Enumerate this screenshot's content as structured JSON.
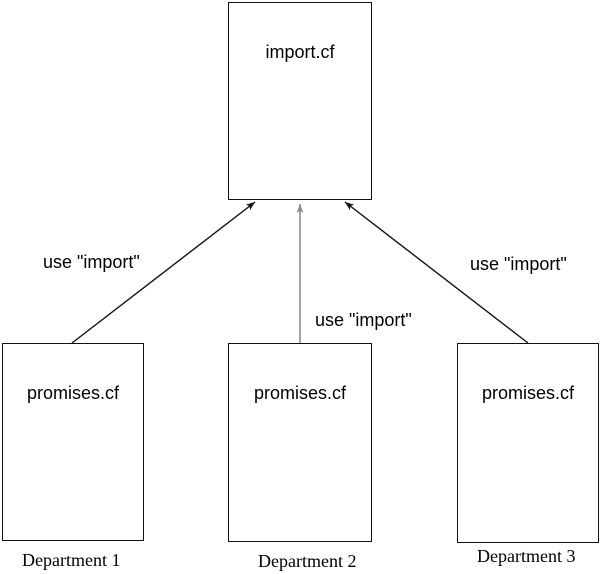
{
  "diagram": {
    "colors": {
      "background": "#ffffff",
      "line": "#111111",
      "gray_arrow": "#8a8a8a",
      "text": "#000000"
    },
    "top_node": {
      "label": "import.cf"
    },
    "bottom_nodes": [
      {
        "label": "promises.cf",
        "caption": "Department 1"
      },
      {
        "label": "promises.cf",
        "caption": "Department 2"
      },
      {
        "label": "promises.cf",
        "caption": "Department 3"
      }
    ],
    "edge_labels": [
      {
        "text": "use \"import\""
      },
      {
        "text": "use \"import\""
      },
      {
        "text": "use \"import\""
      }
    ]
  }
}
